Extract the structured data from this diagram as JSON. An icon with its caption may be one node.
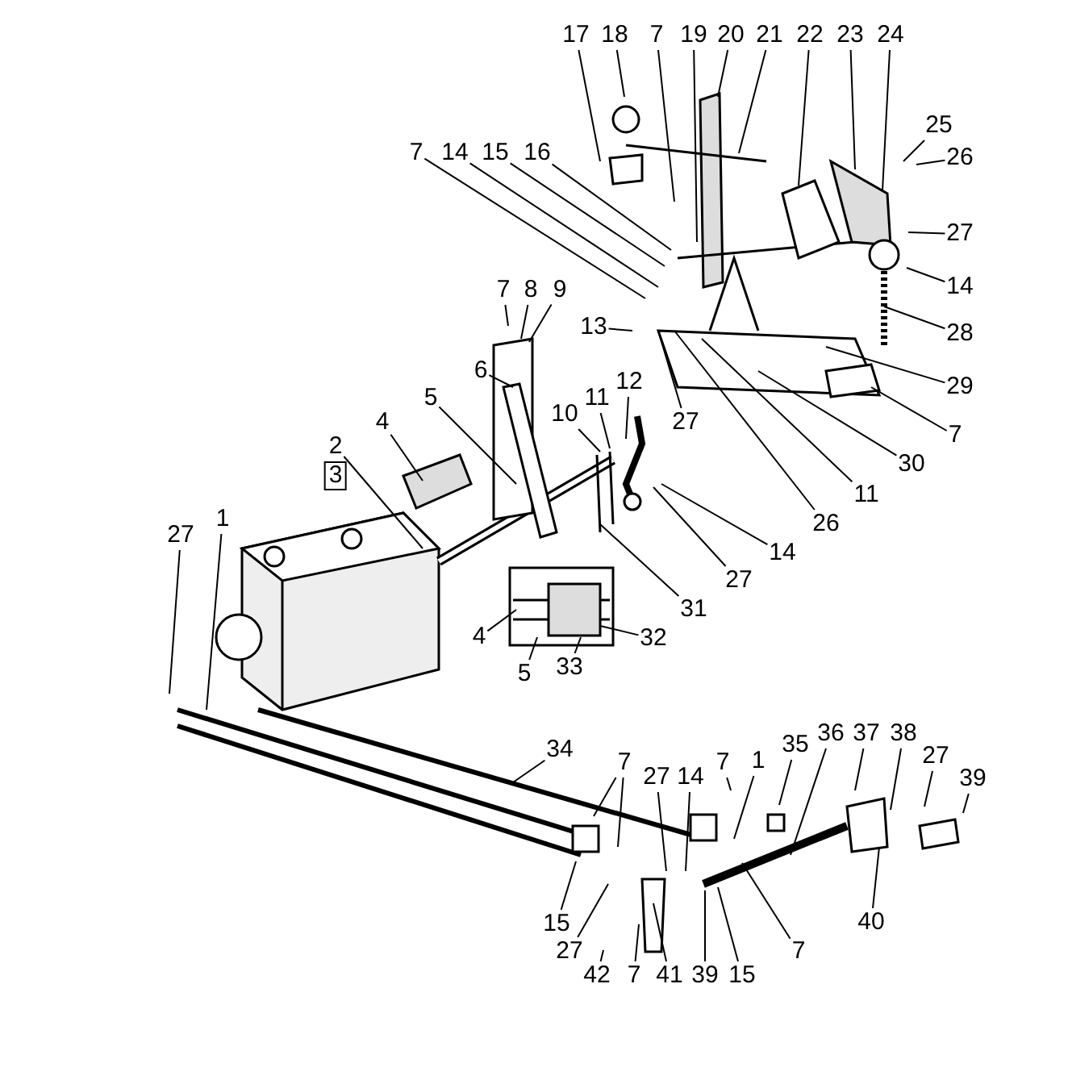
{
  "diagram": {
    "nodes": [
      {
        "text": [
          "17"
        ]
      },
      {
        "text": [
          "18"
        ]
      },
      {
        "text": [
          "7"
        ]
      },
      {
        "text": [
          "19"
        ]
      },
      {
        "text": [
          "20"
        ]
      },
      {
        "text": [
          "21"
        ]
      },
      {
        "text": [
          "22"
        ]
      },
      {
        "text": [
          "23"
        ]
      },
      {
        "text": [
          "24"
        ]
      },
      {
        "text": [
          "25"
        ]
      },
      {
        "text": [
          "26"
        ]
      },
      {
        "text": [
          "7"
        ]
      },
      {
        "text": [
          "14"
        ]
      },
      {
        "text": [
          "15"
        ]
      },
      {
        "text": [
          "16"
        ]
      },
      {
        "text": [
          "27"
        ]
      },
      {
        "text": [
          "14"
        ]
      },
      {
        "text": [
          "7"
        ]
      },
      {
        "text": [
          "8"
        ]
      },
      {
        "text": [
          "9"
        ]
      },
      {
        "text": [
          "13"
        ]
      },
      {
        "text": [
          "28"
        ]
      },
      {
        "text": [
          "6"
        ]
      },
      {
        "text": [
          "12"
        ]
      },
      {
        "text": [
          "29"
        ]
      },
      {
        "text": [
          "11"
        ]
      },
      {
        "text": [
          "5"
        ]
      },
      {
        "text": [
          "10"
        ]
      },
      {
        "text": [
          "4"
        ]
      },
      {
        "text": [
          "27"
        ]
      },
      {
        "text": [
          "7"
        ]
      },
      {
        "text": [
          "2"
        ]
      },
      {
        "text": [
          "30"
        ]
      },
      {
        "text": [
          "11"
        ]
      },
      {
        "text": [
          "26"
        ]
      },
      {
        "text": [
          "1"
        ]
      },
      {
        "text": [
          "27"
        ]
      },
      {
        "text": [
          "14"
        ]
      },
      {
        "text": [
          "27"
        ]
      },
      {
        "text": [
          "31"
        ]
      },
      {
        "text": [
          "4"
        ]
      },
      {
        "text": [
          "32"
        ]
      },
      {
        "text": [
          "5"
        ]
      },
      {
        "text": [
          "33"
        ]
      },
      {
        "text": [
          "34"
        ]
      },
      {
        "text": [
          "7"
        ]
      },
      {
        "text": [
          "27"
        ]
      },
      {
        "text": [
          "14"
        ]
      },
      {
        "text": [
          "7"
        ]
      },
      {
        "text": [
          "1"
        ]
      },
      {
        "text": [
          "35"
        ]
      },
      {
        "text": [
          "36"
        ]
      },
      {
        "text": [
          "37"
        ]
      },
      {
        "text": [
          "38"
        ]
      },
      {
        "text": [
          "27"
        ]
      },
      {
        "text": [
          "39"
        ]
      },
      {
        "text": [
          "15"
        ]
      },
      {
        "text": [
          "27"
        ]
      },
      {
        "text": [
          "42"
        ]
      },
      {
        "text": [
          "7"
        ]
      },
      {
        "text": [
          "41"
        ]
      },
      {
        "text": [
          "39"
        ]
      },
      {
        "text": [
          "15"
        ]
      },
      {
        "text": [
          "7"
        ]
      },
      {
        "text": [
          "40"
        ]
      }
    ],
    "edges": [
      {
        "from": 0,
        "to": null,
        "arrow": "none"
      },
      {
        "from": 1,
        "to": null,
        "arrow": "none"
      },
      {
        "from": 2,
        "to": null,
        "arrow": "none"
      },
      {
        "from": 3,
        "to": null,
        "arrow": "none"
      },
      {
        "from": 4,
        "to": null,
        "arrow": "none"
      },
      {
        "from": 5,
        "to": null,
        "arrow": "none"
      },
      {
        "from": 6,
        "to": null,
        "arrow": "none"
      },
      {
        "from": 7,
        "to": null,
        "arrow": "none"
      },
      {
        "from": 8,
        "to": null,
        "arrow": "none"
      },
      {
        "from": 9,
        "to": null,
        "arrow": "none"
      },
      {
        "from": 10,
        "to": null,
        "arrow": "none"
      },
      {
        "from": 11,
        "to": null,
        "arrow": "none"
      },
      {
        "from": 12,
        "to": null,
        "arrow": "none"
      },
      {
        "from": 13,
        "to": null,
        "arrow": "none"
      },
      {
        "from": 14,
        "to": null,
        "arrow": "none"
      },
      {
        "from": 15,
        "to": null,
        "arrow": "none"
      },
      {
        "from": 16,
        "to": null,
        "arrow": "none"
      },
      {
        "from": 17,
        "to": null,
        "arrow": "none"
      },
      {
        "from": 18,
        "to": null,
        "arrow": "none"
      },
      {
        "from": 19,
        "to": null,
        "arrow": "none"
      },
      {
        "from": 20,
        "to": null,
        "arrow": "none"
      },
      {
        "from": 21,
        "to": null,
        "arrow": "none"
      },
      {
        "from": 22,
        "to": null,
        "arrow": "none"
      },
      {
        "from": 23,
        "to": null,
        "arrow": "none"
      },
      {
        "from": 24,
        "to": null,
        "arrow": "none"
      },
      {
        "from": 25,
        "to": null,
        "arrow": "none"
      },
      {
        "from": 26,
        "to": null,
        "arrow": "none"
      },
      {
        "from": 27,
        "to": null,
        "arrow": "none"
      },
      {
        "from": 28,
        "to": null,
        "arrow": "none"
      },
      {
        "from": 29,
        "to": null,
        "arrow": "none"
      },
      {
        "from": 30,
        "to": null,
        "arrow": "none"
      },
      {
        "from": 31,
        "to": null,
        "arrow": "none"
      },
      {
        "from": 32,
        "to": null,
        "arrow": "none"
      },
      {
        "from": 33,
        "to": null,
        "arrow": "none"
      },
      {
        "from": 34,
        "to": null,
        "arrow": "none"
      },
      {
        "from": 35,
        "to": null,
        "arrow": "none"
      },
      {
        "from": 36,
        "to": null,
        "arrow": "none"
      },
      {
        "from": 37,
        "to": null,
        "arrow": "none"
      },
      {
        "from": 38,
        "to": null,
        "arrow": "none"
      },
      {
        "from": 39,
        "to": null,
        "arrow": "none"
      },
      {
        "from": 40,
        "to": null,
        "arrow": "none"
      },
      {
        "from": 41,
        "to": null,
        "arrow": "none"
      },
      {
        "from": 42,
        "to": null,
        "arrow": "none"
      },
      {
        "from": 43,
        "to": null,
        "arrow": "none"
      },
      {
        "from": 44,
        "to": null,
        "arrow": "none"
      },
      {
        "from": 45,
        "to": null,
        "arrow": "none"
      },
      {
        "from": 45,
        "to": null,
        "arrow": "none"
      },
      {
        "from": 46,
        "to": null,
        "arrow": "none"
      },
      {
        "from": 47,
        "to": null,
        "arrow": "none"
      },
      {
        "from": 48,
        "to": null,
        "arrow": "none"
      },
      {
        "from": 49,
        "to": null,
        "arrow": "none"
      },
      {
        "from": 50,
        "to": null,
        "arrow": "none"
      },
      {
        "from": 51,
        "to": null,
        "arrow": "none"
      },
      {
        "from": 52,
        "to": null,
        "arrow": "none"
      },
      {
        "from": 53,
        "to": null,
        "arrow": "none"
      },
      {
        "from": 54,
        "to": null,
        "arrow": "none"
      },
      {
        "from": 55,
        "to": null,
        "arrow": "none"
      },
      {
        "from": 56,
        "to": null,
        "arrow": "none"
      },
      {
        "from": 57,
        "to": null,
        "arrow": "none"
      },
      {
        "from": 58,
        "to": null,
        "arrow": "none"
      },
      {
        "from": 59,
        "to": null,
        "arrow": "none"
      },
      {
        "from": 60,
        "to": null,
        "arrow": "none"
      },
      {
        "from": 61,
        "to": null,
        "arrow": "none"
      },
      {
        "from": 62,
        "to": null,
        "arrow": "none"
      },
      {
        "from": 63,
        "to": null,
        "arrow": "none"
      },
      {
        "from": 64,
        "to": null,
        "arrow": "none"
      }
    ],
    "labels": [
      "3"
    ]
  }
}
